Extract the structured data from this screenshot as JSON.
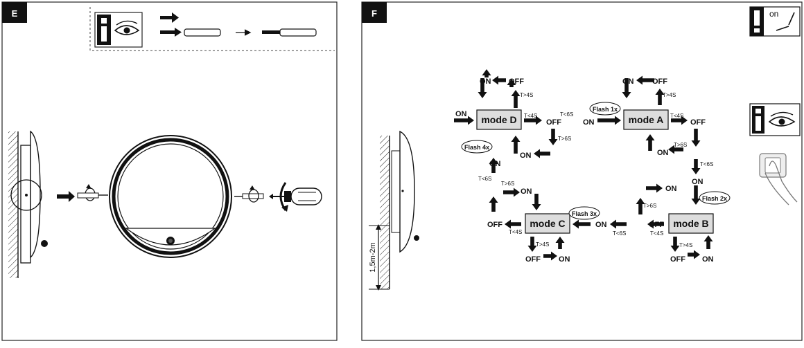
{
  "panel_e": {
    "tab_label": "E"
  },
  "panel_f": {
    "tab_label": "F",
    "height_label": "1,5m-2m",
    "switch_on_label": "on",
    "modes": {
      "a": "mode A",
      "b": "mode B",
      "c": "mode C",
      "d": "mode D"
    },
    "flash": {
      "a": "Flash 1x",
      "b": "Flash 2x",
      "c": "Flash 3x",
      "d": "Flash 4x"
    },
    "state_on": "ON",
    "state_off": "OFF",
    "timing": {
      "lt4": "T<4S",
      "gt4": "T>4S",
      "lt6": "T<6S",
      "gt6": "T>6S"
    }
  }
}
